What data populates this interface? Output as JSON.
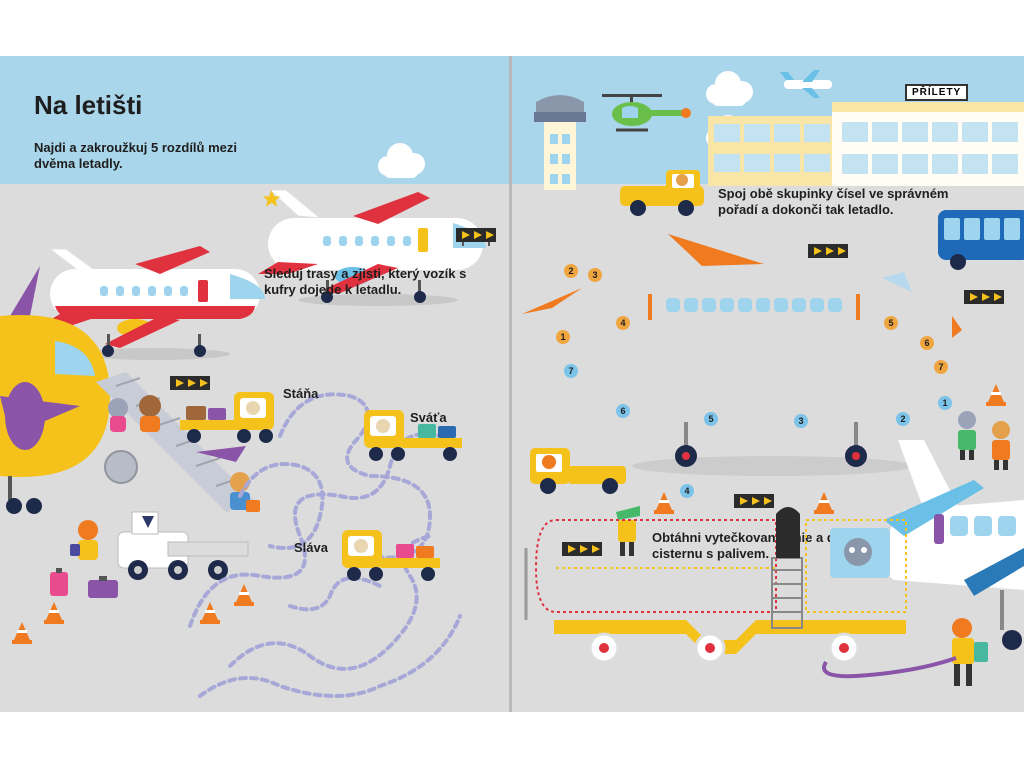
{
  "left_page": {
    "title": "Na letišti",
    "task_differences": "Najdi a zakroužkuj 5 rozdílů mezi dvěma letadly.",
    "task_maze": "Sleduj trasy a zjisti, který vozík s kufry dojede k letadlu.",
    "cart_names": [
      "Stáňa",
      "Sváťa",
      "Sláva"
    ]
  },
  "right_page": {
    "sign_arrivals": "PŘÍLETY",
    "task_dots": "Spoj obě skupinky čísel ve správném pořadí a dokonči tak letadlo.",
    "task_tanker": "Obtáhni vytečkované linie a dokonči tak cisternu s palivem.",
    "numbers_orange": [
      "1",
      "2",
      "3",
      "4",
      "5",
      "6",
      "7"
    ],
    "numbers_blue": [
      "1",
      "2",
      "3",
      "4",
      "5",
      "6",
      "7"
    ]
  },
  "colors": {
    "sky": "#a9d6ea",
    "ground": "#dcdcdc",
    "plane_red": "#e0323e",
    "cart_yellow": "#f4c21a",
    "wing_orange": "#f07a1f",
    "number_orange": "#f0a640",
    "number_blue": "#7cc3ea",
    "jet_purple": "#8a55a8"
  }
}
